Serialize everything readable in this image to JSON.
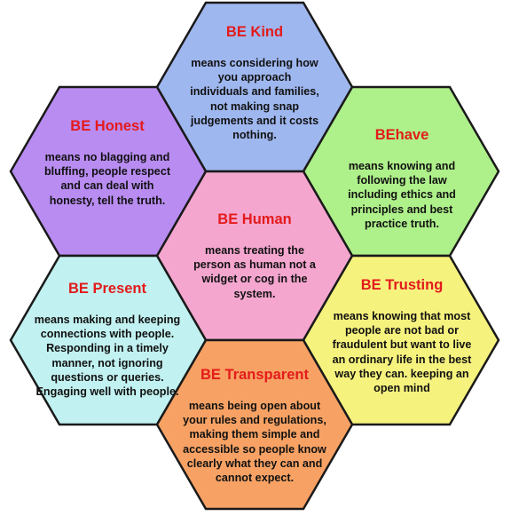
{
  "hexagons": [
    {
      "id": "kind",
      "title": "BE Kind",
      "body": "means considering how you approach individuals and families, not making snap judgements and it costs nothing.",
      "color": "#9fb7ef"
    },
    {
      "id": "honest",
      "title": "BE Honest",
      "body": "means no blagging and bluffing, people respect and can deal with honesty, tell the truth.",
      "color": "#b98cf2"
    },
    {
      "id": "behave",
      "title": "BEhave",
      "body": "means knowing and following the law including ethics and principles and best practice truth.",
      "color": "#aef08a"
    },
    {
      "id": "human",
      "title": "BE Human",
      "body": "means treating the person as human not a widget or cog in the system.",
      "color": "#f4a6cf"
    },
    {
      "id": "present",
      "title": "BE Present",
      "body": "means making and keeping connections with people. Responding in a timely manner, not ignoring questions or queries. Engaging well with people.",
      "color": "#c2f1f1"
    },
    {
      "id": "trusting",
      "title": "BE Trusting",
      "body": "means knowing that most people are not bad or fraudulent but want to live an ordinary life in the best way they can. keeping an open mind",
      "color": "#f6f27e"
    },
    {
      "id": "transparent",
      "title": "BE Transparent",
      "body": "means being open about your rules and regulations, making them simple and accessible so people know clearly what they can and cannot expect.",
      "color": "#f7a264"
    }
  ]
}
